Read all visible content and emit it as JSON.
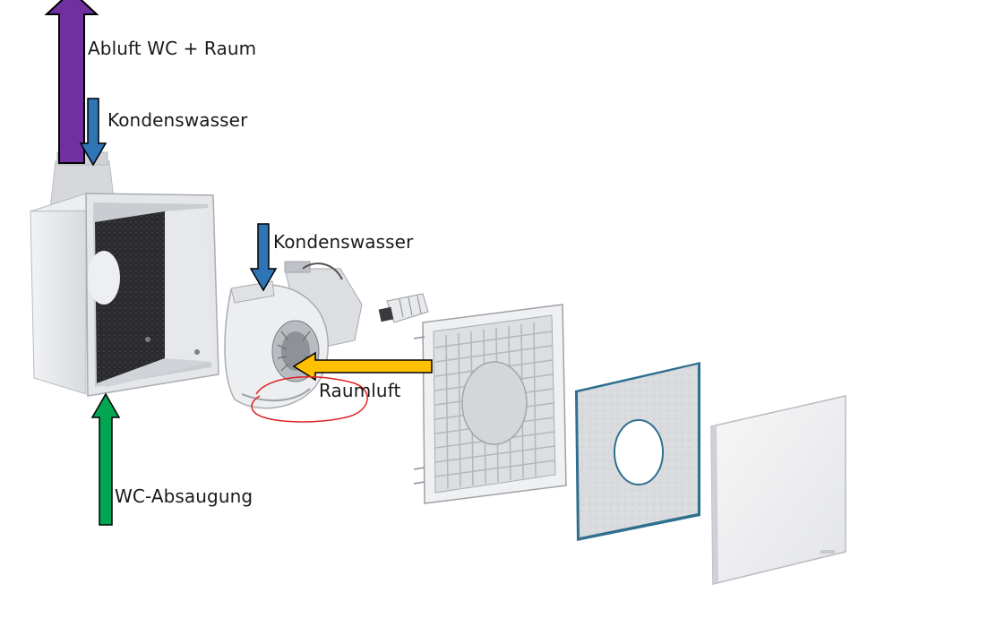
{
  "labels": {
    "exhaust": "Abluft WC + Raum",
    "condensate_top": "Kondenswasser",
    "condensate_fan": "Kondenswasser",
    "room_air": "Raumluft",
    "wc_suction": "WC-Absaugung"
  },
  "colors": {
    "exhaust_arrow": "#7030a0",
    "condensate_arrow": "#2e75b6",
    "room_air_arrow": "#ffc000",
    "wc_suction_arrow": "#00a651",
    "highlight_circle": "#e02020",
    "arrow_outline": "#000000"
  },
  "components": [
    {
      "name": "wall-box-housing"
    },
    {
      "name": "fan-unit"
    },
    {
      "name": "connector-plug"
    },
    {
      "name": "mounting-frame-grille"
    },
    {
      "name": "filter-panel"
    },
    {
      "name": "cover-plate"
    }
  ]
}
